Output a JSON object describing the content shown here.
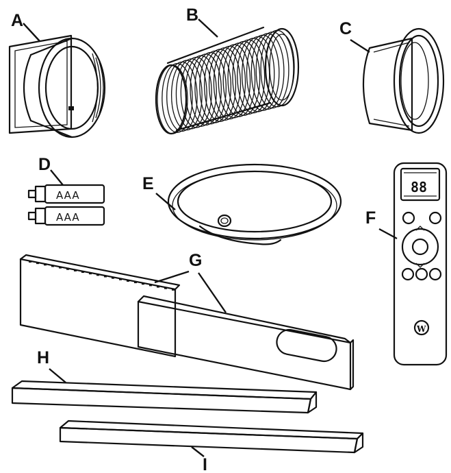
{
  "parts": [
    {
      "id": "A",
      "label": "A"
    },
    {
      "id": "B",
      "label": "B"
    },
    {
      "id": "C",
      "label": "C"
    },
    {
      "id": "D",
      "label": "D"
    },
    {
      "id": "E",
      "label": "E"
    },
    {
      "id": "F",
      "label": "F"
    },
    {
      "id": "G",
      "label": "G"
    },
    {
      "id": "H",
      "label": "H"
    },
    {
      "id": "I",
      "label": "I"
    }
  ],
  "battery_text": "AAA",
  "remote_display": "88",
  "remote_logo": "W"
}
